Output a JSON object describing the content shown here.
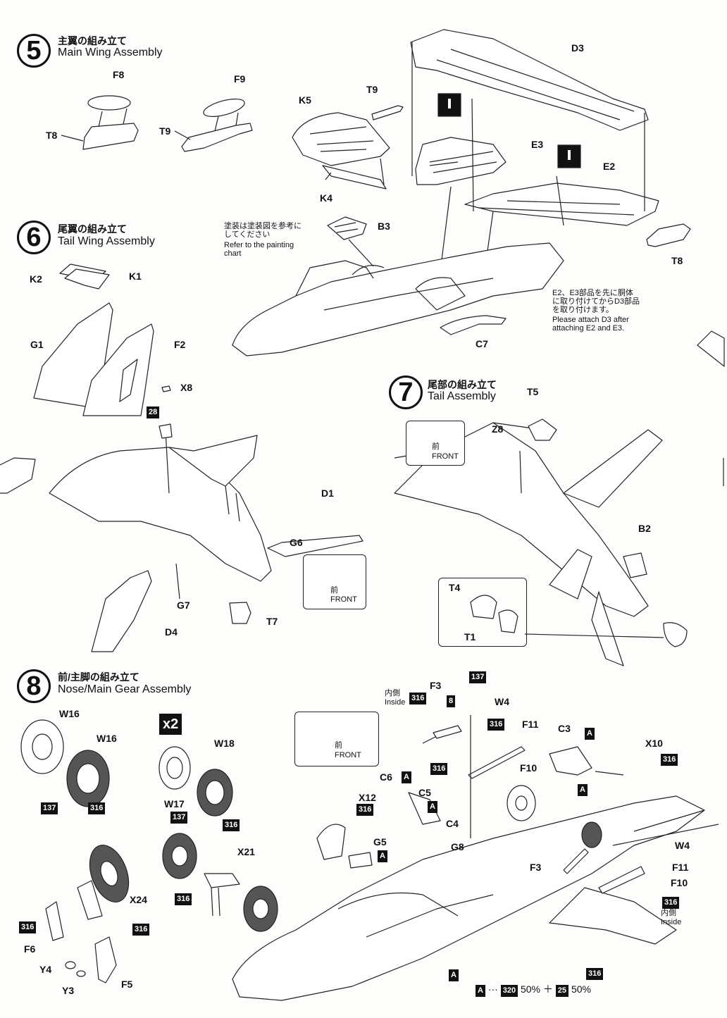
{
  "steps": {
    "s5": {
      "num": "5",
      "jp": "主翼の組み立て",
      "en": "Main Wing Assembly"
    },
    "s6": {
      "num": "6",
      "jp": "尾翼の組み立て",
      "en": "Tail Wing Assembly"
    },
    "s7": {
      "num": "7",
      "jp": "尾部の組み立て",
      "en": "Tail Assembly"
    },
    "s8": {
      "num": "8",
      "jp": "前/主脚の組み立て",
      "en": "Nose/Main Gear Assembly"
    }
  },
  "parts": {
    "F8": "F8",
    "F9": "F9",
    "T8": "T8",
    "T9": "T9",
    "K5": "K5",
    "K4": "K4",
    "D3": "D3",
    "E3": "E3",
    "E2": "E2",
    "B3": "B3",
    "C7": "C7",
    "K1": "K1",
    "K2": "K2",
    "G1": "G1",
    "F2": "F2",
    "X8": "X8",
    "D1": "D1",
    "G6": "G6",
    "G7": "G7",
    "D4": "D4",
    "T7": "T7",
    "T5": "T5",
    "Z8": "Z8",
    "B2": "B2",
    "T4": "T4",
    "T1": "T1",
    "W16": "W16",
    "W18": "W18",
    "W17": "W17",
    "X21": "X21",
    "X24": "X24",
    "F6": "F6",
    "Y4": "Y4",
    "Y3": "Y3",
    "F5": "F5",
    "F3": "F3",
    "W4": "W4",
    "F11": "F11",
    "C3": "C3",
    "X10": "X10",
    "F10": "F10",
    "C6": "C6",
    "C5": "C5",
    "X12": "X12",
    "C4": "C4",
    "G5": "G5",
    "G8": "G8"
  },
  "notes": {
    "paint_jp": "塗装は塗装図を参考にしてください",
    "paint_en": "Refer to the painting chart",
    "attach_jp": "E2、E3部品を先に胴体に取り付けてからD3部品を取り付けます。",
    "attach_en": "Please attach D3 after attaching E2 and E3.",
    "inside_jp": "内側",
    "inside_en": "Inside"
  },
  "front": {
    "jp": "前",
    "en": "FRONT"
  },
  "badges": {
    "c28": "28",
    "c137": "137",
    "c316": "316",
    "c8": "8",
    "cA": "A",
    "x2": "x2",
    "c320": "320",
    "c25": "25"
  },
  "legend": {
    "badge": "A",
    "dots": "···",
    "c1": "320",
    "p1": "50%",
    "plus": "＋",
    "c2": "25",
    "p2": "50%"
  }
}
